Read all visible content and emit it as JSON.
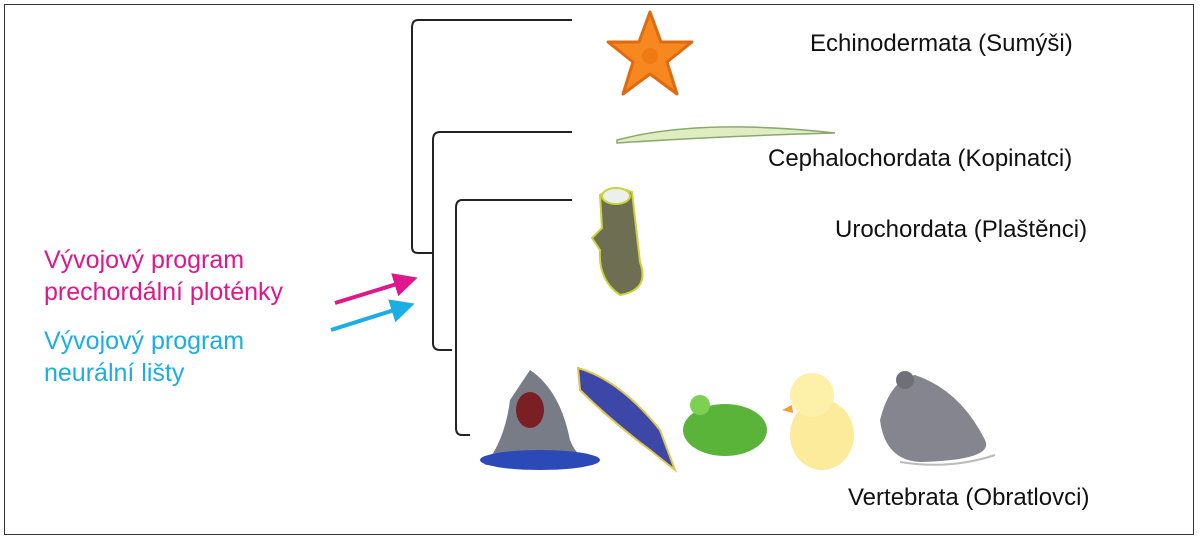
{
  "taxa": [
    {
      "label": "Echinodermata (Sumýši)",
      "icon": "starfish-icon"
    },
    {
      "label": "Cephalochordata (Kopinatci)",
      "icon": "lancelet-icon"
    },
    {
      "label": "Urochordata (Plaštěnci)",
      "icon": "tunicate-icon"
    },
    {
      "label": "Vertebrata (Obratlovci)",
      "icons": [
        "shark-icon",
        "fish-icon",
        "frog-icon",
        "chick-icon",
        "mouse-icon"
      ]
    }
  ],
  "annotations": [
    {
      "line1": "Vývojový program",
      "line2": "prechordální ploténky",
      "color": "#e0168c"
    },
    {
      "line1": "Vývojový program",
      "line2": "neurální lišty",
      "color": "#1aaee5"
    }
  ]
}
